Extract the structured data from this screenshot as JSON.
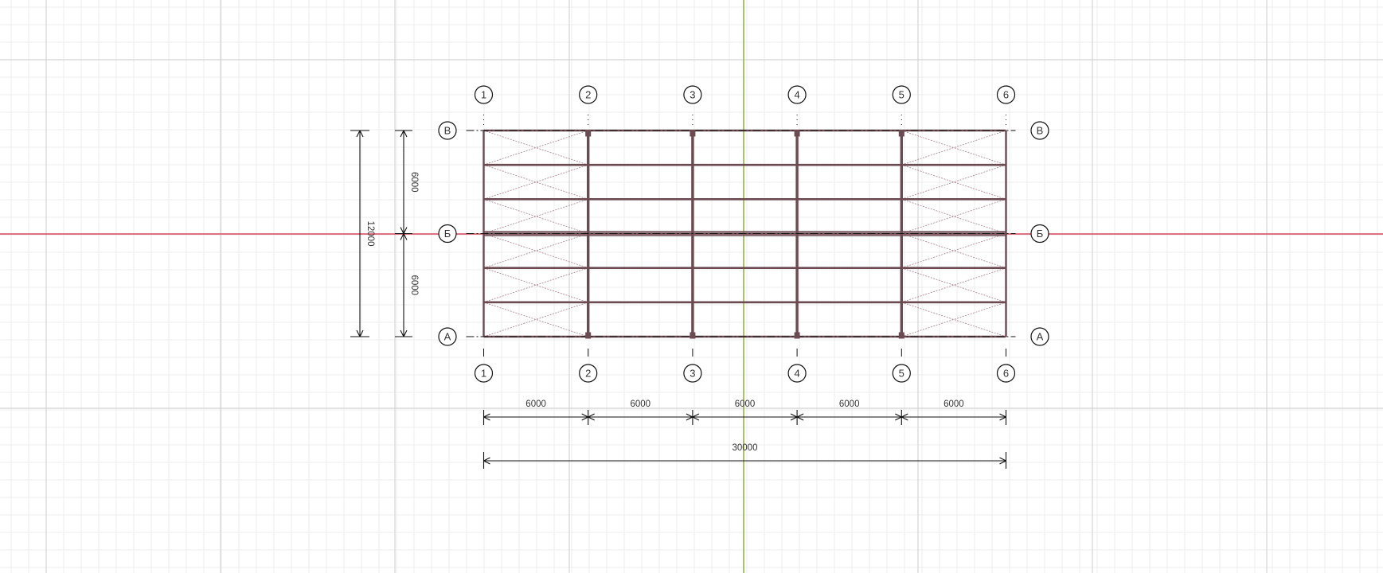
{
  "view": {
    "colors": {
      "background": "#ffffff",
      "grid_minor": "#eeeeee",
      "grid_major": "#d4d4d4",
      "axis_x": "#d9485f",
      "axis_y": "#8fb33a",
      "structure": "#6b4a52",
      "bracing": "#b08a95",
      "dimension": "#111111",
      "text": "#333333"
    }
  },
  "plan": {
    "grid_x_labels": [
      "1",
      "2",
      "3",
      "4",
      "5",
      "6"
    ],
    "grid_y_labels": [
      "А",
      "Б",
      "В"
    ],
    "x_spans": [
      "6000",
      "6000",
      "6000",
      "6000",
      "6000"
    ],
    "x_total": "30000",
    "y_spans": [
      "6000",
      "6000"
    ],
    "y_total": "12000",
    "spans_mm": {
      "x": [
        6000,
        6000,
        6000,
        6000,
        6000
      ],
      "y": [
        6000,
        6000
      ]
    },
    "braced_bays": [
      1,
      5
    ],
    "purlin_lines_per_span": 3
  }
}
